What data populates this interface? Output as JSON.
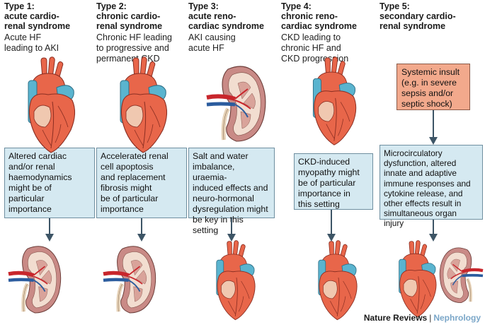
{
  "columns": [
    {
      "title": "Type 1:\nacute cardio-\nrenal syndrome",
      "title_lines": [
        "Type 1:",
        "acute cardio-",
        "renal syndrome"
      ],
      "subtitle_lines": [
        "Acute HF",
        "leading to AKI"
      ],
      "box_lines": [
        "Altered cardiac",
        "and/or renal",
        "haemodynamics",
        "might be of",
        "particular",
        "importance"
      ],
      "top_organ": "heart",
      "bottom_organ": "kidney"
    },
    {
      "title_lines": [
        "Type 2:",
        "chronic cardio-",
        "renal syndrome"
      ],
      "subtitle_lines": [
        "Chronic HF leading",
        "to progressive and",
        "permanent CKD"
      ],
      "box_lines": [
        "Accelerated renal",
        "cell apoptosis",
        "and replacement",
        "fibrosis might",
        "be of particular",
        "importance"
      ],
      "top_organ": "heart",
      "bottom_organ": "kidney"
    },
    {
      "title_lines": [
        "Type 3:",
        "acute reno-",
        "cardiac syndrome"
      ],
      "subtitle_lines": [
        "AKI causing",
        "acute HF"
      ],
      "box_lines": [
        "Salt and water",
        "imbalance, uraemia-",
        "induced effects and",
        "neuro-hormonal",
        "dysregulation might",
        "be key in this setting"
      ],
      "top_organ": "kidney",
      "bottom_organ": "heart"
    },
    {
      "title_lines": [
        "Type 4:",
        "chronic reno-",
        "cardiac syndrome"
      ],
      "subtitle_lines": [
        "CKD leading to",
        "chronic HF and",
        "CKD progression"
      ],
      "box_lines": [
        "CKD-induced",
        "myopathy might",
        "be of particular",
        "importance in",
        "this setting"
      ],
      "top_organ": "kidney",
      "bottom_organ": "heart"
    },
    {
      "title_lines": [
        "Type 5:",
        "secondary cardio-",
        "renal syndrome"
      ],
      "insult_lines": [
        "Systemic insult",
        "(e.g. in severe",
        "sepsis and/or",
        "septic shock)"
      ],
      "box_lines": [
        "Microcirculatory",
        "dysfunction, altered",
        "innate and adaptive",
        "immune responses and",
        "cytokine release, and",
        "other effects result in",
        "simultaneous organ injury"
      ],
      "top_organ": "none",
      "bottom_organ": "heart+kidney"
    }
  ],
  "footer": {
    "publisher": "Nature Reviews",
    "separator": "|",
    "journal": "Nephrology"
  },
  "colors": {
    "box_fill": "#d5e9f1",
    "box_border": "#6f8fa0",
    "insult_fill": "#f2a98c",
    "arrow": "#3d5566",
    "heart": "#e8664a",
    "aorta_blue": "#5ab4cf",
    "kidney": "#c98a86",
    "vessel_red": "#c8262c",
    "vessel_blue": "#2b5c9e"
  }
}
